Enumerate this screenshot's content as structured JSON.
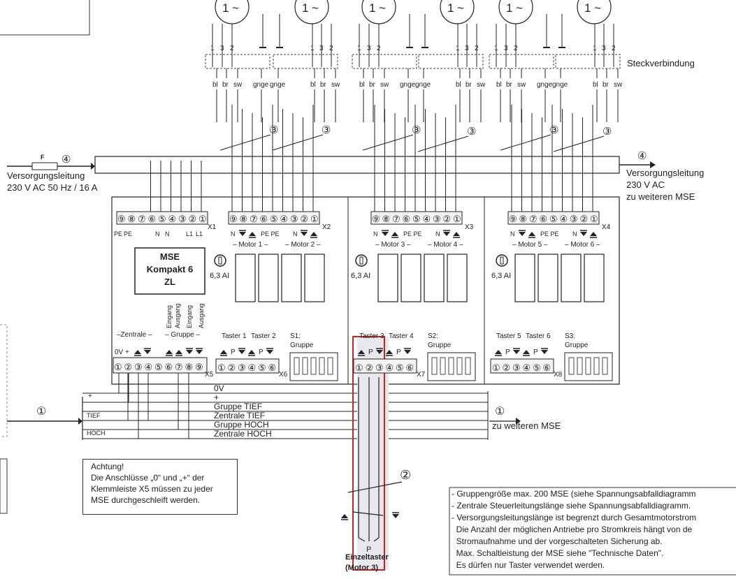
{
  "motor_symbol": "1 ~",
  "pin_numbers": [
    "1",
    "3",
    "2"
  ],
  "steckverbindung": "Steckverbindung",
  "wire_bl": "bl",
  "wire_br": "br",
  "wire_sw": "sw",
  "wire_gnge": "gnge",
  "marker_3": "③",
  "marker_4": "④",
  "marker_1": "①",
  "marker_2": "②",
  "fuse_label": "F",
  "supply_left": [
    "Versorgungsleitung",
    "230 V AC 50 Hz / 16 A"
  ],
  "supply_right": [
    "Versorgungsleitung",
    "230 V AC",
    "zu weiteren MSE"
  ],
  "terminal_digits": [
    "⑨",
    "⑧",
    "⑦",
    "⑥",
    "⑤",
    "④",
    "③",
    "②",
    "①"
  ],
  "terminal_digits_6": [
    "①",
    "②",
    "③",
    "④",
    "⑤",
    "⑥"
  ],
  "connectors": {
    "x1": "X1",
    "x2": "X2",
    "x3": "X3",
    "x4": "X4",
    "x5": "X5",
    "x6": "X6",
    "x7": "X7",
    "x8": "X8"
  },
  "x1_labels": [
    "PE",
    "PE",
    "N",
    "N",
    "L1",
    "L1"
  ],
  "motor_names": [
    "– Motor 1 –",
    "– Motor 2 –",
    "– Motor 3 –",
    "– Motor 4 –",
    "– Motor 5 –",
    "– Motor 6 –"
  ],
  "motor_pin_labels": [
    "N",
    "PE",
    "PE",
    "N"
  ],
  "model": [
    "MSE",
    "Kompakt 6",
    "ZL"
  ],
  "fuse_rating": "6,3 AI",
  "zentrale": "–Zentrale –",
  "gruppe": "– Gruppe –",
  "vertical_labels": [
    "Eingang",
    "Ausgang",
    "Eingang",
    "Ausgang"
  ],
  "x5_bottom": [
    "0V",
    "+"
  ],
  "taster_labels": [
    "Taster 1",
    "Taster 2",
    "Taster 3",
    "Taster 4",
    "Taster 5",
    "Taster 6"
  ],
  "p_label": "P",
  "switch_labels": [
    "S1:",
    "S2:",
    "S3:"
  ],
  "switch_gruppe": "Gruppe",
  "bus_labels": [
    "0V",
    "+",
    "Gruppe TIEF",
    "Zentrale TIEF",
    "Gruppe HOCH",
    "Zentrale HOCH"
  ],
  "zu_weiteren_mse": "zu weiteren MSE",
  "left_block": [
    "+",
    "TIEF",
    "HOCH"
  ],
  "achtung": [
    "Achtung!",
    "Die Anschlüsse „0“ und „+“ der",
    "Klemmleiste X5 müssen zu jeder",
    "MSE durchgeschleift werden."
  ],
  "einzeltaster": [
    "Einzeltaster",
    "(Motor 3)"
  ],
  "notes": [
    "- Gruppengröße max. 200 MSE (siehe Spannungsabfalldiagramm",
    "- Zentrale Steuerleitungslänge siehe Spannungsabfalldiagramm.",
    "- Versorgungsleitungslänge ist begrenzt durch Gesamtmotorstrom",
    "  Die Anzahl der möglichen Antriebe pro Stromkreis hängt von de",
    "  Stromaufnahme und der vorgeschalteten Sicherung ab.",
    "  Max. Schaltleistung der MSE siehe \"Technische Daten\".",
    "  Es dürfen nur Taster verwendet werden."
  ],
  "highlight_color": "#cc2222"
}
